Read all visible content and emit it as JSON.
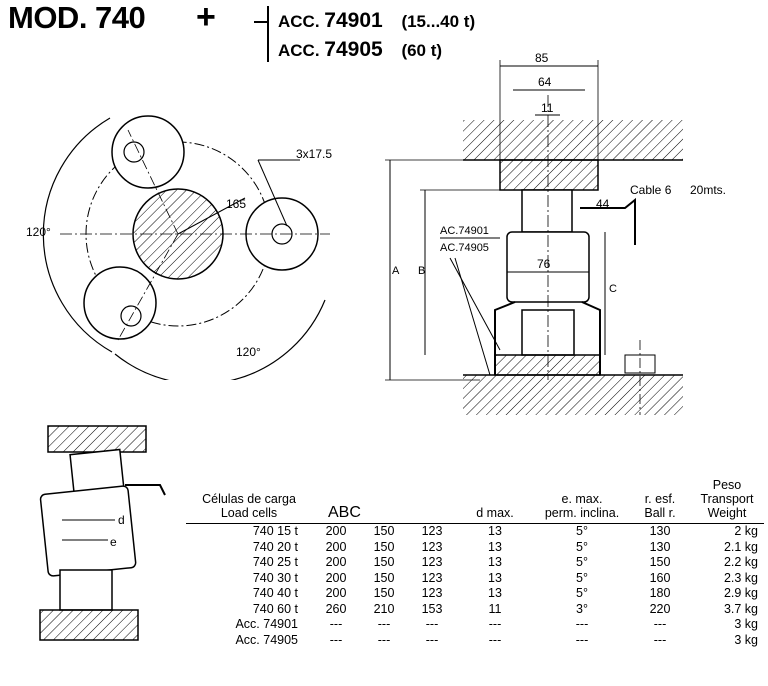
{
  "header": {
    "title": "MOD. 740",
    "plus": "+",
    "accessories": [
      {
        "prefix": "ACC.",
        "number": "74901",
        "capacity": "(15...40 t)"
      },
      {
        "prefix": "ACC.",
        "number": "74905",
        "capacity": "(60 t)"
      }
    ]
  },
  "plan_view": {
    "angle_left": "120°",
    "angle_bottom": "120°",
    "hole_callout": "3x17.5",
    "diameter_label": "165"
  },
  "section_view": {
    "dim_top": "85",
    "dim_mid": "64",
    "dim_pin": "11",
    "dim_base": "76",
    "dim_side": "44",
    "cable_label": "Cable 6",
    "cable_length": "20mts.",
    "acc_label_1": "AC.74901",
    "acc_label_2": "AC.74905",
    "label_a": "A",
    "label_b": "B",
    "label_c": "C"
  },
  "small_view": {
    "label_d": "d",
    "label_e": "e"
  },
  "table": {
    "headers": {
      "cells_es": "Células de carga",
      "cells_en": "Load cells",
      "abc": "ABC",
      "dmax": "d max.",
      "emax_es": "e. max.",
      "emax_en": "perm. inclina.",
      "resf_es": "r. esf.",
      "resf_en": "Ball r.",
      "weight_es": "Peso",
      "weight_en1": "Transport",
      "weight_en2": "Weight"
    },
    "rows": [
      [
        "740 15 t",
        "200",
        "150",
        "123",
        "13",
        "5°",
        "130",
        "2 kg"
      ],
      [
        "740 20 t",
        "200",
        "150",
        "123",
        "13",
        "5°",
        "130",
        "2.1 kg"
      ],
      [
        "740 25 t",
        "200",
        "150",
        "123",
        "13",
        "5°",
        "150",
        "2.2 kg"
      ],
      [
        "740 30 t",
        "200",
        "150",
        "123",
        "13",
        "5°",
        "160",
        "2.3 kg"
      ],
      [
        "740 40 t",
        "200",
        "150",
        "123",
        "13",
        "5°",
        "180",
        "2.9 kg"
      ],
      [
        "740 60 t",
        "260",
        "210",
        "153",
        "11",
        "3°",
        "220",
        "3.7 kg"
      ],
      [
        "Acc. 74901",
        "---",
        "---",
        "---",
        "---",
        "---",
        "---",
        "3 kg"
      ],
      [
        "Acc. 74905",
        "---",
        "---",
        "---",
        "---",
        "---",
        "---",
        "3 kg"
      ]
    ]
  }
}
